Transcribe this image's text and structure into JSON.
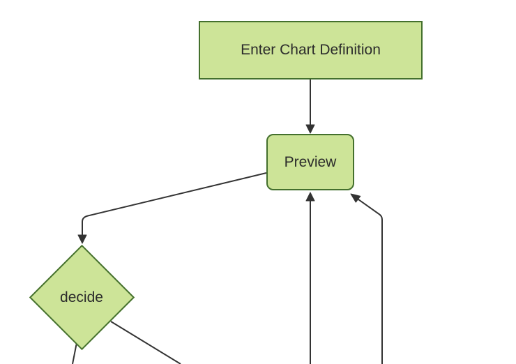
{
  "diagram": {
    "type": "flowchart",
    "direction": "top-down",
    "nodes": [
      {
        "id": "enter-chart-definition",
        "label": "Enter Chart Definition",
        "shape": "rectangle"
      },
      {
        "id": "preview",
        "label": "Preview",
        "shape": "rounded-rectangle"
      },
      {
        "id": "decide",
        "label": "decide",
        "shape": "diamond"
      }
    ],
    "edges": [
      {
        "from": "enter-chart-definition",
        "to": "preview",
        "arrowhead": true
      },
      {
        "from": "preview",
        "to": "decide",
        "arrowhead": true
      },
      {
        "from": "decide",
        "to": "offscreen-bottom-left",
        "arrowhead": false
      },
      {
        "from": "decide",
        "to": "offscreen-bottom-right",
        "arrowhead": false
      },
      {
        "from": "offscreen-bottom",
        "to": "preview",
        "arrowhead": true
      },
      {
        "from": "offscreen-bottom-far-right",
        "to": "preview",
        "arrowhead": true
      }
    ],
    "colors": {
      "node_fill": "#cde498",
      "node_border": "#44702d",
      "edge_line": "#333333",
      "label_text": "#2b2b2b",
      "background": "#ffffff"
    }
  }
}
